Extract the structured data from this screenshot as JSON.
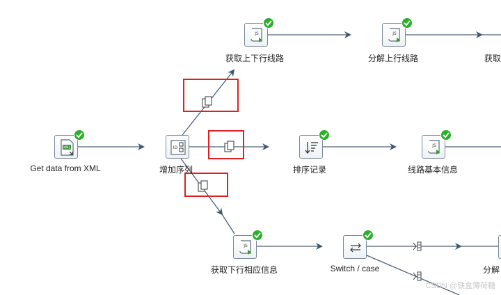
{
  "steps": {
    "get_xml": "Get data from XML",
    "add_seq": "增加序列",
    "get_updown": "获取上下行线路",
    "split_up": "分解上行线路",
    "get_partial_right": "获取",
    "sort": "排序记录",
    "route_info": "线路基本信息",
    "get_down_info": "获取下行相应信息",
    "switch_case": "Switch / case",
    "split_partial_right": "分解"
  },
  "watermark": "CSDN @铁盒薄荷糖"
}
